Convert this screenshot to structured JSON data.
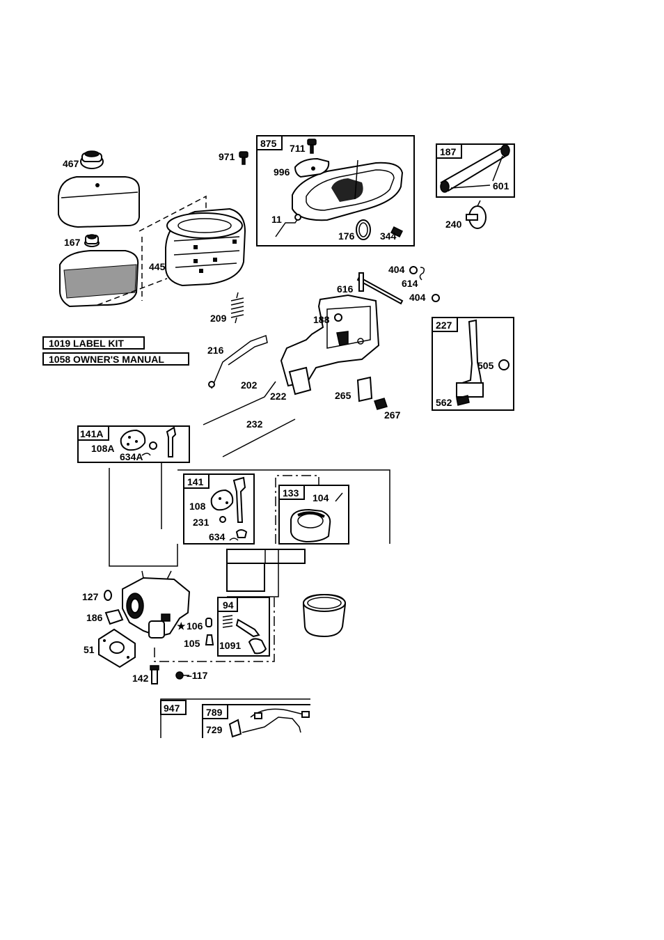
{
  "parts": {
    "p467": "467",
    "p167": "167",
    "p445": "445",
    "p971": "971",
    "p711": "711",
    "p996": "996",
    "p11": "11",
    "p176": "176",
    "p344": "344",
    "p601": "601",
    "p240": "240",
    "p404a": "404",
    "p614": "614",
    "p404b": "404",
    "p616": "616",
    "p209": "209",
    "p188": "188",
    "p216": "216",
    "p202": "202",
    "p222": "222",
    "p265": "265",
    "p267": "267",
    "p232": "232",
    "p505": "505",
    "p562": "562",
    "p108A": "108A",
    "p634A": "634A",
    "p108": "108",
    "p231": "231",
    "p634": "634",
    "p104": "104",
    "p127": "127",
    "p186": "186",
    "p51": "51",
    "p106": "106",
    "p105": "105",
    "p1091": "1091",
    "p142": "142",
    "p117": "–117",
    "p729": "729"
  },
  "boxes": {
    "b875": "875",
    "b187": "187",
    "b227": "227",
    "b141A": "141A",
    "b141": "141",
    "b133": "133",
    "b94": "94",
    "b947": "947",
    "b789": "789"
  },
  "kits": {
    "label_kit": "1019 LABEL KIT",
    "owners_manual": "1058 OWNER'S MANUAL"
  },
  "star_symbol": "★"
}
